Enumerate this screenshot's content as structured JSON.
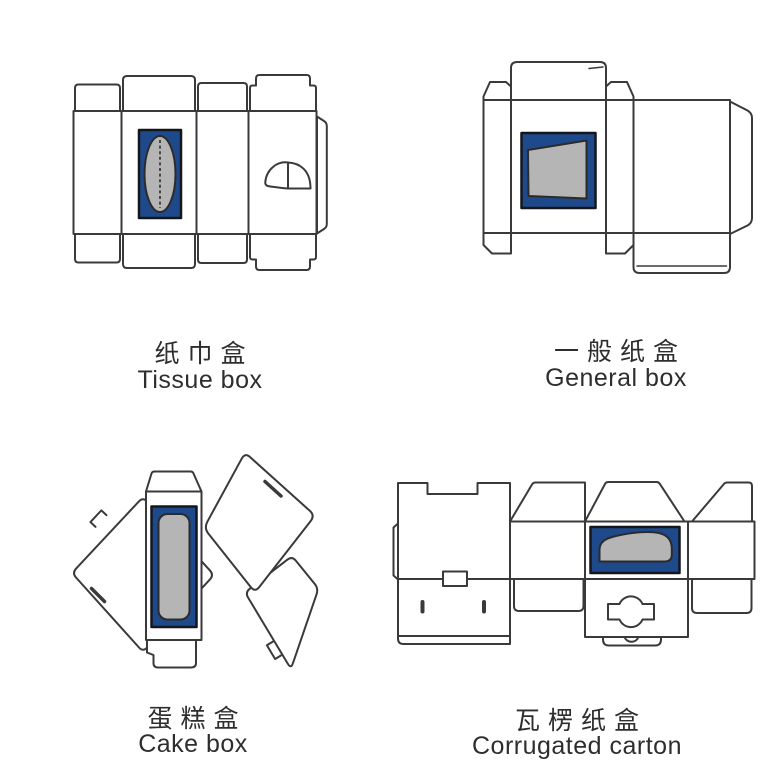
{
  "colors": {
    "line": "#3a3a3a",
    "window_blue": "#1e4a8c",
    "window_gray": "#b5b5b5",
    "text": "#2e2e2e",
    "background": "#ffffff"
  },
  "boxes": [
    {
      "id": "tissue-box",
      "label_zh": "纸巾盒",
      "label_en": "Tissue box"
    },
    {
      "id": "general-box",
      "label_zh": "一般纸盒",
      "label_en": "General box"
    },
    {
      "id": "cake-box",
      "label_zh": "蛋糕盒",
      "label_en": "Cake box"
    },
    {
      "id": "corrugated-carton",
      "label_zh": "瓦楞纸盒",
      "label_en": "Corrugated carton"
    }
  ]
}
